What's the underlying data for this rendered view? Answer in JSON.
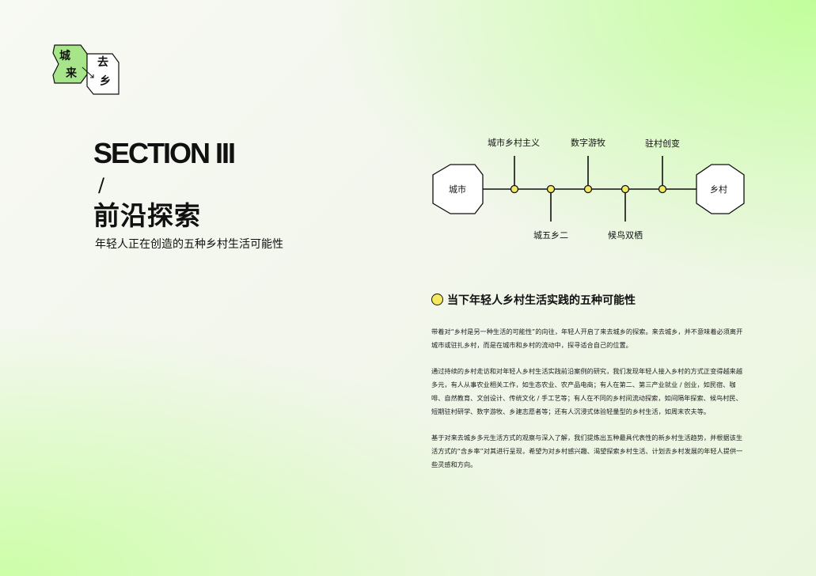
{
  "logo": {
    "chars": [
      "城",
      "来",
      "去",
      "乡"
    ]
  },
  "section": {
    "label": "SECTION III",
    "slash": "/",
    "title": "前沿探索",
    "subtitle": "年轻人正在创造的五种乡村生活可能性"
  },
  "diagram": {
    "start": "城市",
    "end": "乡村",
    "top_nodes": [
      "城市乡村主义",
      "数字游牧",
      "驻村创变"
    ],
    "bottom_nodes": [
      "城五乡二",
      "候鸟双栖"
    ]
  },
  "content": {
    "heading": "当下年轻人乡村生活实践的五种可能性",
    "paragraphs": [
      "带着对“乡村是另一种生活的可能性”的向往，年轻人开启了来去城乡的探索。来去城乡，并不意味着必须离开城市或驻扎乡村，而是在城市和乡村的流动中，探寻适合自己的位置。",
      "通过持续的乡村走访和对年轻人乡村生活实践前沿案例的研究，我们发现年轻人接入乡村的方式正变得越来越多元，有人从事农业相关工作，如生态农业、农产品电商；有人在第二、第三产业就业 / 创业，如民宿、咖啡、自然教育、文创设计、传统文化 / 手工艺等；有人在不同的乡村间流动探索，如间隔年探索、候鸟村民、短期驻村研学、数字游牧、乡建志愿者等；还有人沉浸式体验轻量型的乡村生活，如周末农夫等。",
      "基于对来去城乡多元生活方式的观察与深入了解，我们提炼出五种最具代表性的新乡村生活趋势，并根据该生活方式的“含乡率”对其进行呈现，希望为对乡村感兴趣、渴望探索乡村生活、计划去乡村发展的年轻人提供一些灵感和方向。"
    ]
  },
  "colors": {
    "accent_green": "#a6e58a",
    "accent_yellow": "#f3ea62"
  }
}
